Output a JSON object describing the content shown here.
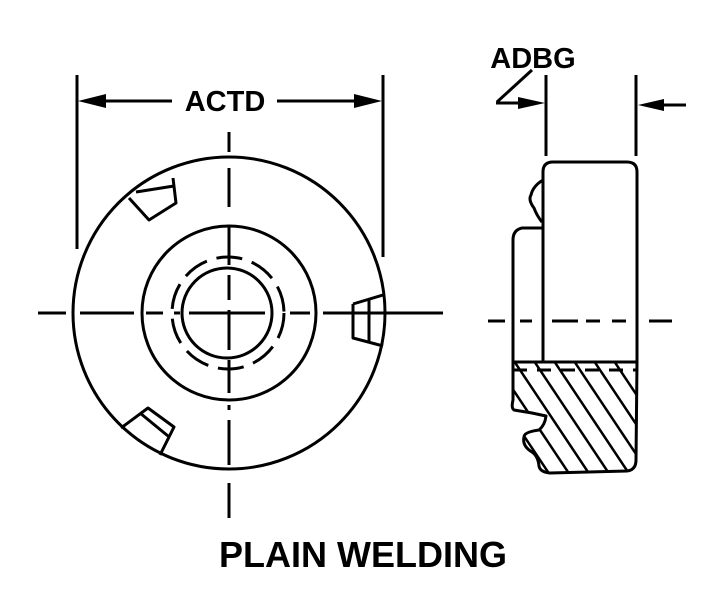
{
  "drawing": {
    "dimensions": {
      "outer_diameter_label": "ACTD",
      "thickness_label": "ADBG"
    },
    "caption": "PLAIN WELDING",
    "views": [
      "front-view",
      "side-section-view"
    ],
    "colors": {
      "line": "#000000",
      "background": "#ffffff"
    }
  }
}
